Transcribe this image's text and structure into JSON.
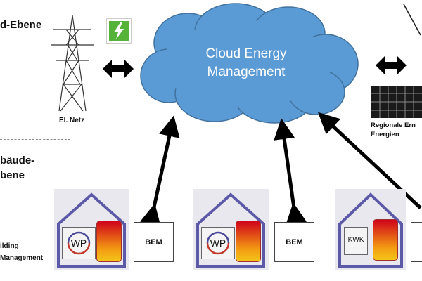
{
  "levels": {
    "grid_level": "d-Ebene",
    "building_level_line1": "bäude-",
    "building_level_line2": "bene",
    "bms_line1": "ilding",
    "bms_line2": "Management"
  },
  "grid": {
    "label": "El. Netz"
  },
  "cloud": {
    "line1": "Cloud Energy",
    "line2": "Management"
  },
  "renewables": {
    "line1": "Regionale Ern",
    "line2": "Energien"
  },
  "buildings": [
    {
      "unit": "WP",
      "controller": "BEM"
    },
    {
      "unit": "WP",
      "controller": "BEM"
    },
    {
      "unit": "KWK",
      "controller": ""
    }
  ],
  "colors": {
    "cloud_fill": "#5b9bd5",
    "cloud_stroke": "#41719c",
    "house_stroke": "#5c5aa8",
    "house_fill": "#e8e8ee",
    "energy_icon": "#55b33a",
    "arrow": "#000000"
  }
}
